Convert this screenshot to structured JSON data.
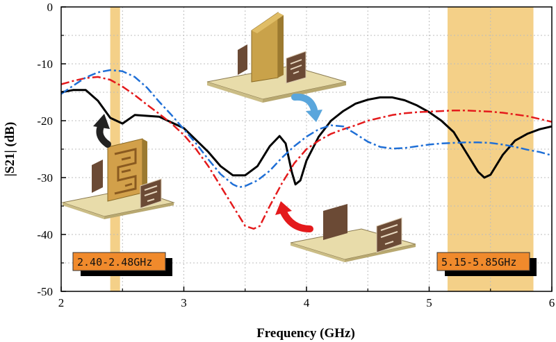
{
  "chart_data": {
    "type": "line",
    "title": "",
    "xlabel": "Frequency (GHz)",
    "ylabel": "|S21| (dB)",
    "xlim": [
      2,
      6
    ],
    "ylim": [
      -50,
      0
    ],
    "xticks": [
      2,
      3,
      4,
      5,
      6
    ],
    "yticks": [
      0,
      -10,
      -20,
      -30,
      -40,
      -50
    ],
    "grid": true,
    "bands": [
      {
        "label": "2.40-2.48GHz",
        "x0": 2.4,
        "x1": 2.48,
        "color": "#f0c060"
      },
      {
        "label": "5.15-5.85GHz",
        "x0": 5.15,
        "x1": 5.85,
        "color": "#f0c060"
      }
    ],
    "series": [
      {
        "color": "#000000",
        "style": "solid",
        "points": [
          [
            2.0,
            -15.0
          ],
          [
            2.1,
            -14.6
          ],
          [
            2.2,
            -14.6
          ],
          [
            2.3,
            -16.5
          ],
          [
            2.4,
            -19.5
          ],
          [
            2.5,
            -20.5
          ],
          [
            2.6,
            -19.0
          ],
          [
            2.8,
            -19.3
          ],
          [
            3.0,
            -21.3
          ],
          [
            3.2,
            -25.5
          ],
          [
            3.3,
            -28.0
          ],
          [
            3.4,
            -29.6
          ],
          [
            3.5,
            -29.6
          ],
          [
            3.6,
            -28.0
          ],
          [
            3.7,
            -24.5
          ],
          [
            3.78,
            -22.7
          ],
          [
            3.83,
            -24.0
          ],
          [
            3.88,
            -29.0
          ],
          [
            3.91,
            -31.2
          ],
          [
            3.95,
            -30.5
          ],
          [
            4.0,
            -27.0
          ],
          [
            4.1,
            -22.8
          ],
          [
            4.2,
            -20.0
          ],
          [
            4.3,
            -18.3
          ],
          [
            4.4,
            -17.0
          ],
          [
            4.5,
            -16.3
          ],
          [
            4.6,
            -15.9
          ],
          [
            4.7,
            -15.9
          ],
          [
            4.8,
            -16.4
          ],
          [
            4.9,
            -17.3
          ],
          [
            5.0,
            -18.5
          ],
          [
            5.1,
            -20.0
          ],
          [
            5.2,
            -22.0
          ],
          [
            5.3,
            -25.5
          ],
          [
            5.4,
            -29.0
          ],
          [
            5.45,
            -30.0
          ],
          [
            5.5,
            -29.5
          ],
          [
            5.6,
            -26.0
          ],
          [
            5.7,
            -23.5
          ],
          [
            5.8,
            -22.3
          ],
          [
            5.9,
            -21.5
          ],
          [
            6.0,
            -21.0
          ]
        ]
      },
      {
        "color": "#e41a1c",
        "style": "dashdot",
        "points": [
          [
            2.0,
            -13.6
          ],
          [
            2.1,
            -13.0
          ],
          [
            2.2,
            -12.5
          ],
          [
            2.3,
            -12.3
          ],
          [
            2.4,
            -12.8
          ],
          [
            2.5,
            -14.0
          ],
          [
            2.6,
            -15.5
          ],
          [
            2.7,
            -17.2
          ],
          [
            2.8,
            -18.8
          ],
          [
            2.9,
            -20.5
          ],
          [
            3.0,
            -22.5
          ],
          [
            3.1,
            -25.0
          ],
          [
            3.2,
            -28.0
          ],
          [
            3.3,
            -31.5
          ],
          [
            3.4,
            -35.0
          ],
          [
            3.5,
            -38.5
          ],
          [
            3.57,
            -39.0
          ],
          [
            3.62,
            -38.5
          ],
          [
            3.7,
            -35.0
          ],
          [
            3.8,
            -31.0
          ],
          [
            3.9,
            -27.5
          ],
          [
            4.0,
            -25.0
          ],
          [
            4.1,
            -23.5
          ],
          [
            4.2,
            -22.3
          ],
          [
            4.3,
            -21.5
          ],
          [
            4.4,
            -20.8
          ],
          [
            4.5,
            -20.0
          ],
          [
            4.6,
            -19.5
          ],
          [
            4.7,
            -19.0
          ],
          [
            4.8,
            -18.7
          ],
          [
            4.9,
            -18.5
          ],
          [
            5.0,
            -18.4
          ],
          [
            5.1,
            -18.3
          ],
          [
            5.2,
            -18.2
          ],
          [
            5.3,
            -18.2
          ],
          [
            5.4,
            -18.3
          ],
          [
            5.5,
            -18.4
          ],
          [
            5.6,
            -18.6
          ],
          [
            5.7,
            -18.9
          ],
          [
            5.8,
            -19.2
          ],
          [
            5.9,
            -19.7
          ],
          [
            6.0,
            -20.2
          ]
        ]
      },
      {
        "color": "#1f6fd6",
        "style": "dashdot",
        "points": [
          [
            2.0,
            -15.3
          ],
          [
            2.1,
            -13.8
          ],
          [
            2.2,
            -12.4
          ],
          [
            2.3,
            -11.5
          ],
          [
            2.4,
            -11.1
          ],
          [
            2.5,
            -11.3
          ],
          [
            2.6,
            -12.3
          ],
          [
            2.7,
            -14.2
          ],
          [
            2.8,
            -16.7
          ],
          [
            2.9,
            -19.0
          ],
          [
            3.0,
            -21.5
          ],
          [
            3.1,
            -24.0
          ],
          [
            3.2,
            -26.8
          ],
          [
            3.3,
            -29.4
          ],
          [
            3.4,
            -31.2
          ],
          [
            3.45,
            -31.7
          ],
          [
            3.5,
            -31.5
          ],
          [
            3.6,
            -30.5
          ],
          [
            3.7,
            -28.8
          ],
          [
            3.8,
            -26.5
          ],
          [
            3.9,
            -24.5
          ],
          [
            4.0,
            -22.8
          ],
          [
            4.1,
            -21.5
          ],
          [
            4.2,
            -20.8
          ],
          [
            4.3,
            -21.0
          ],
          [
            4.4,
            -22.3
          ],
          [
            4.5,
            -23.7
          ],
          [
            4.6,
            -24.6
          ],
          [
            4.7,
            -24.9
          ],
          [
            4.8,
            -24.8
          ],
          [
            4.9,
            -24.5
          ],
          [
            5.0,
            -24.2
          ],
          [
            5.1,
            -24.0
          ],
          [
            5.2,
            -23.9
          ],
          [
            5.3,
            -23.8
          ],
          [
            5.4,
            -23.8
          ],
          [
            5.5,
            -23.9
          ],
          [
            5.6,
            -24.2
          ],
          [
            5.7,
            -24.6
          ],
          [
            5.8,
            -25.1
          ],
          [
            5.9,
            -25.5
          ],
          [
            6.0,
            -26.1
          ]
        ]
      }
    ]
  },
  "colors": {
    "band": "#f0c060",
    "label_box": "#f08a2c",
    "red_arrow": "#e41a1c",
    "blue_arrow": "#5aa6dc",
    "black_arrow": "#222222",
    "board": "#e8dcaa",
    "ground_block": "#6b4a35",
    "patch_gold": "#d6a94b"
  }
}
